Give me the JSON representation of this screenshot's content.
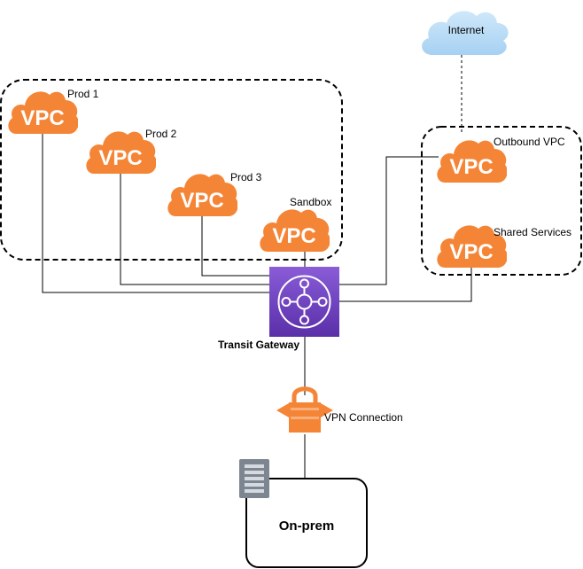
{
  "internet": {
    "label": "Internet"
  },
  "vpc_text": "VPC",
  "vpcs": [
    {
      "label": "Prod 1"
    },
    {
      "label": "Prod 2"
    },
    {
      "label": "Prod 3"
    },
    {
      "label": "Sandbox"
    },
    {
      "label": "Outbound VPC"
    },
    {
      "label": "Shared Services"
    }
  ],
  "transit_gateway": {
    "label": "Transit Gateway"
  },
  "vpn": {
    "label": "VPN Connection"
  },
  "onprem": {
    "label": "On-prem"
  },
  "colors": {
    "vpc_orange": "#F58536",
    "tgw_purple": "#6B3FB8",
    "internet_blue": "#B5D9F5"
  },
  "icons": {
    "vpc": "vpc-cloud-icon",
    "internet": "internet-cloud-icon",
    "transit_gateway": "transit-gateway-icon",
    "vpn": "vpn-lock-icon",
    "server": "server-icon"
  }
}
